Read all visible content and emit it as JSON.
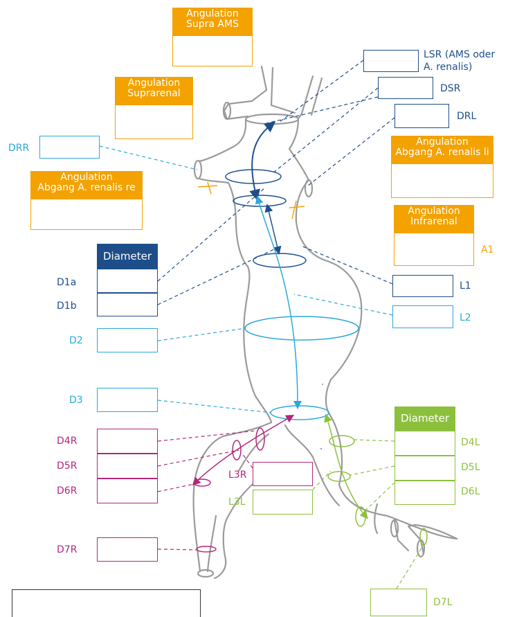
{
  "orange_headers": {
    "supra_ams": "Angulation\nSupra AMS",
    "suprarenal": "Angulation\nSuprarenal",
    "renalis_re": "Angulation\nAbgang A. renalis re",
    "renalis_li": "Angulation\nAbgang A. renalis li",
    "infrarenal": "Angulation\nInfrarenal"
  },
  "diameter_headers": {
    "left": "Diameter",
    "right": "Diameter"
  },
  "labels": {
    "lsr": "LSR (AMS oder\nA. renalis)",
    "dsr": "DSR",
    "drl": "DRL",
    "drr": "DRR",
    "a1": "A1",
    "d1a": "D1a",
    "d1b": "D1b",
    "l1": "L1",
    "l2": "L2",
    "d2": "D2",
    "d3": "D3",
    "d4r": "D4R",
    "d5r": "D5R",
    "d6r": "D6R",
    "l3r": "L3R",
    "l3l": "L3L",
    "d4l": "D4L",
    "d5l": "D5L",
    "d6l": "D6L",
    "d7r": "D7R",
    "d7l": "D7L"
  },
  "legend_text": "",
  "colors": {
    "navy": "#1d4e8a",
    "cyan": "#29a8db",
    "magenta": "#b3267b",
    "green": "#8cc03c",
    "orange": "#f3a200",
    "vessel": "#9a9a9a"
  }
}
